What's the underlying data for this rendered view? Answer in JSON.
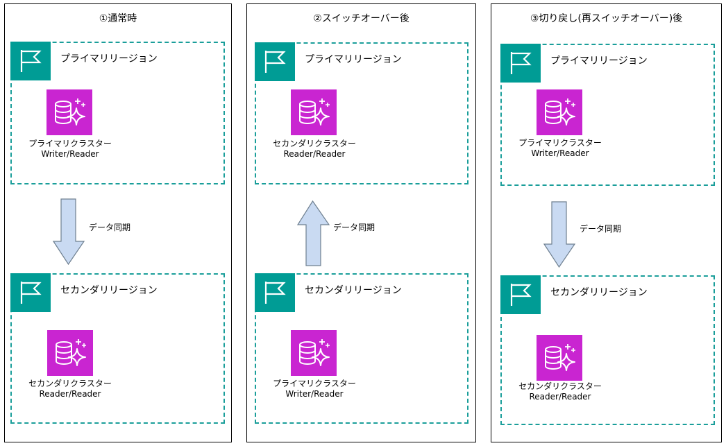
{
  "panels": [
    {
      "title": "①通常時",
      "primary_region": {
        "label": "プライマリリージョン",
        "cluster_name": "プライマリクラスター",
        "cluster_role": "Writer/Reader"
      },
      "secondary_region": {
        "label": "セカンダリリージョン",
        "cluster_name": "セカンダリクラスター",
        "cluster_role": "Reader/Reader"
      },
      "sync_label": "データ同期",
      "sync_direction": "down"
    },
    {
      "title": "②スイッチオーバー後",
      "primary_region": {
        "label": "プライマリリージョン",
        "cluster_name": "セカンダリクラスター",
        "cluster_role": "Reader/Reader"
      },
      "secondary_region": {
        "label": "セカンダリリージョン",
        "cluster_name": "プライマリクラスター",
        "cluster_role": "Writer/Reader"
      },
      "sync_label": "データ同期",
      "sync_direction": "up"
    },
    {
      "title": "③切り戻し(再スイッチオーバー)後",
      "primary_region": {
        "label": "プライマリリージョン",
        "cluster_name": "プライマリクラスター",
        "cluster_role": "Writer/Reader"
      },
      "secondary_region": {
        "label": "セカンダリリージョン",
        "cluster_name": "セカンダリクラスター",
        "cluster_role": "Reader/Reader"
      },
      "sync_label": "データ同期",
      "sync_direction": "down"
    }
  ],
  "colors": {
    "region_border": "#1a9e9a",
    "flag_bg": "#009c95",
    "db_bg": "#c925d1",
    "arrow_fill": "#c9daf2",
    "arrow_stroke": "#6e7f8f"
  }
}
